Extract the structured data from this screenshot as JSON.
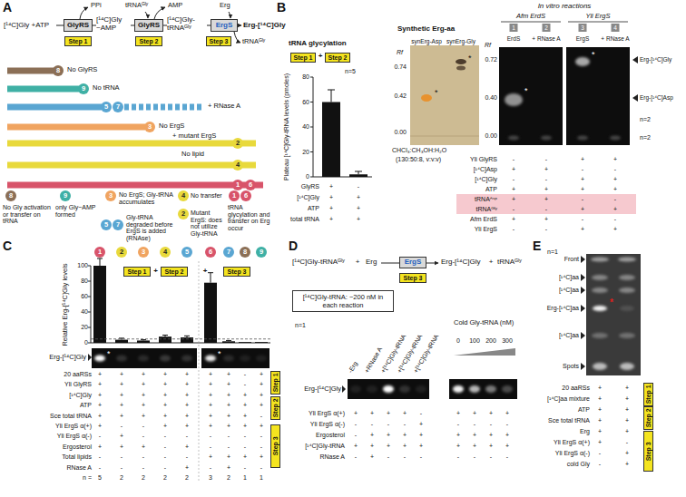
{
  "diagram": {
    "nodes": [
      {
        "text": [
          "GlyRS"
        ]
      },
      {
        "text": [
          "GlyRS"
        ]
      },
      {
        "text": [
          "ErgS"
        ]
      },
      {
        "text": [
          "Step 1"
        ]
      },
      {
        "text": [
          "Step 2"
        ]
      },
      {
        "text": [
          "Step 3"
        ]
      },
      {
        "text": [
          "8"
        ]
      },
      {
        "text": [
          "9"
        ]
      },
      {
        "text": [
          "5"
        ]
      },
      {
        "text": [
          "7"
        ]
      },
      {
        "text": [
          "3"
        ]
      },
      {
        "text": [
          "2"
        ]
      },
      {
        "text": [
          "4"
        ]
      },
      {
        "text": [
          "1"
        ]
      },
      {
        "text": [
          "6"
        ]
      },
      {
        "text": [
          "8"
        ]
      },
      {
        "text": [
          "9"
        ]
      },
      {
        "text": [
          "3"
        ]
      },
      {
        "text": [
          "5"
        ]
      },
      {
        "text": [
          "7"
        ]
      },
      {
        "text": [
          "4"
        ]
      },
      {
        "text": [
          "2"
        ]
      },
      {
        "text": [
          "1"
        ]
      },
      {
        "text": [
          "6"
        ]
      },
      {
        "text": [
          "Step 1"
        ]
      },
      {
        "text": [
          "Step 2"
        ]
      },
      {
        "text": [
          "1"
        ]
      },
      {
        "text": [
          "2"
        ]
      },
      {
        "text": [
          "3"
        ]
      },
      {
        "text": [
          "4"
        ]
      },
      {
        "text": [
          "5"
        ]
      },
      {
        "text": [
          "6"
        ]
      },
      {
        "text": [
          "7"
        ]
      },
      {
        "text": [
          "8"
        ]
      },
      {
        "text": [
          "9"
        ]
      },
      {
        "text": [
          "Step 1"
        ]
      },
      {
        "text": [
          "Step 2"
        ]
      },
      {
        "text": [
          "Step 3"
        ]
      },
      {
        "text": [
          "Step 1"
        ]
      },
      {
        "text": [
          "Step 2"
        ]
      },
      {
        "text": [
          "Step 3"
        ]
      },
      {
        "text": [
          "ErgS"
        ]
      },
      {
        "text": [
          "Step 3"
        ]
      },
      {
        "text": [
          "[¹⁴C]Gly-tRNA: ~200 nM in each reaction"
        ]
      },
      {
        "text": [
          "Step 1"
        ]
      },
      {
        "text": [
          "Step 2"
        ]
      },
      {
        "text": [
          "Step 3"
        ]
      }
    ],
    "labels": [
      "A",
      "[¹⁴C]Gly +ATP",
      "PPi",
      "[¹⁴C]Gly ~AMP",
      "tRNAᴳˡʸ",
      "AMP",
      "[¹⁴C]Gly-tRNAᴳˡʸ",
      "Erg",
      "Erg-[¹⁴C]Gly",
      "tRNAᴳˡʸ",
      "No GlyRS",
      "No tRNA",
      "+ RNase A",
      "No ErgS",
      "+ mutant ErgS",
      "No lipid",
      "No Gly activation or transfer on tRNA",
      "only Gly~AMP formed",
      "No ErgS; Gly-tRNA accumulates",
      "Gly-tRNA degraded before ErgS is added (RNAse)",
      "No transfer",
      "Mutant ErgS: does not utilize Gly-tRNA",
      "tRNA glycylation and transfer on Erg occur",
      "B",
      "tRNA glycylation",
      "+",
      "n=5",
      "Plateau [¹⁴C]Gly-tRNA levels (pmoles)",
      "80",
      "60",
      "40",
      "20",
      "0",
      "GlyRS",
      "[¹⁴C]Gly",
      "ATP",
      "total tRNA",
      "+",
      "-",
      "+",
      "+",
      "+",
      "+",
      "+",
      "+",
      "Synthetic Erg-aa",
      "synErg-Asp",
      "synErg-Gly",
      "Rf",
      "0.74",
      "0.42",
      "0.00",
      "*",
      "*",
      "CHCl₃:CH₃OH:H₂O",
      "(130:50:8, v:v:v)",
      "In vitro reactions",
      "Afm ErdS",
      "Yli ErgS",
      "1",
      "2",
      "3",
      "4",
      "ErdS",
      "+ RNase A",
      "ErgS",
      "+ RNase A",
      "Rf",
      "0.72",
      "0.40",
      "0.00",
      "Erg-[¹⁴C]Gly",
      "Erg-[¹⁴C]Asp",
      "*",
      "*",
      "n=2",
      "n=2",
      "Yli GlyRS",
      "[¹⁴C]Asp",
      "[¹⁴C]Gly",
      "ATP",
      "tRNAᴬˢᵖ",
      "tRNAᴳˡʸ",
      "Afm ErdS",
      "Yli ErgS",
      "-",
      "-",
      "+",
      "+",
      "+",
      "+",
      "-",
      "-",
      "-",
      "-",
      "+",
      "+",
      "+",
      "+",
      "+",
      "+",
      "+",
      "+",
      "-",
      "-",
      "-",
      "-",
      "+",
      "+",
      "+",
      "+",
      "-",
      "-",
      "-",
      "-",
      "+",
      "+",
      "C",
      "+",
      "+",
      "Relative Erg-[¹⁴C]Gly levels",
      "100",
      "80",
      "60",
      "40",
      "20",
      "0",
      "Erg-[¹⁴C]Gly",
      "*",
      "*",
      "20 aaRSs",
      "Yli GlyRS",
      "[¹⁴C]Gly",
      "ATP",
      "Sce total tRNA",
      "Yli ErgS α(+)",
      "Yli ErgS α(-)",
      "Ergosterol",
      "Total lipids",
      "RNase A",
      "n =",
      "+",
      "+",
      "+",
      "+",
      "+",
      "+",
      "+",
      "-",
      "+",
      "+",
      "+",
      "+",
      "+",
      "+",
      "+",
      "+",
      "-",
      "+",
      "+",
      "+",
      "+",
      "+",
      "+",
      "+",
      "+",
      "+",
      "+",
      "+",
      "+",
      "+",
      "+",
      "+",
      "+",
      "+",
      "+",
      "+",
      "+",
      "+",
      "+",
      "+",
      "+",
      "+",
      "+",
      "+",
      "-",
      "+",
      "-",
      "-",
      "+",
      "+",
      "+",
      "+",
      "+",
      "+",
      "-",
      "+",
      "-",
      "-",
      "-",
      "-",
      "-",
      "-",
      "-",
      "+",
      "+",
      "+",
      "-",
      "+",
      "-",
      "-",
      "-",
      "-",
      "-",
      "-",
      "-",
      "-",
      "-",
      "+",
      "+",
      "+",
      "+",
      "-",
      "-",
      "-",
      "-",
      "+",
      "-",
      "+",
      "-",
      "-",
      "5",
      "2",
      "2",
      "2",
      "2",
      "3",
      "2",
      "1",
      "1",
      "D",
      "[¹⁴C]Gly-tRNAᴳˡʸ",
      "+",
      "Erg",
      "Erg-[¹⁴C]Gly",
      "+",
      "tRNAᴳˡʸ",
      "n=1",
      "-Erg",
      "+RNase A",
      "+[¹⁴C]Gly-tRNA",
      "+[¹⁴C]Gly-tRNA",
      "+[¹⁴C]Gly-tRNA",
      "Erg-[¹⁴C]Gly",
      "Cold Gly-tRNA (nM)",
      "0",
      "100",
      "200",
      "300",
      "Yli ErgS α(+)",
      "Yli ErgS α(-)",
      "Ergosterol",
      "[¹⁴C]Gly-tRNA",
      "RNase A",
      "+",
      "+",
      "+",
      "+",
      "-",
      "+",
      "+",
      "+",
      "+",
      "-",
      "-",
      "-",
      "-",
      "+",
      "-",
      "-",
      "-",
      "-",
      "-",
      "+",
      "+",
      "+",
      "+",
      "+",
      "+",
      "+",
      "+",
      "+",
      "+",
      "+",
      "+",
      "+",
      "+",
      "+",
      "+",
      "+",
      "-",
      "+",
      "-",
      "-",
      "-",
      "-",
      "-",
      "-",
      "-",
      "E",
      "n=1",
      "Front",
      "[¹⁴C]aa",
      "[¹⁴C]aa",
      "Erg-[¹⁴C]aa",
      "[¹⁴C]aa",
      "Spots",
      "*",
      "20 aaRSs",
      "[¹⁴C]aa mixture",
      "ATP",
      "Sce total tRNA",
      "Erg",
      "Yli ErgS α(+)",
      "Yli ErgS α(-)",
      "cold Gly",
      "+",
      "+",
      "+",
      "+",
      "+",
      "+",
      "+",
      "+",
      "+",
      "+",
      "+",
      "-",
      "-",
      "+",
      "-",
      "+"
    ]
  }
}
